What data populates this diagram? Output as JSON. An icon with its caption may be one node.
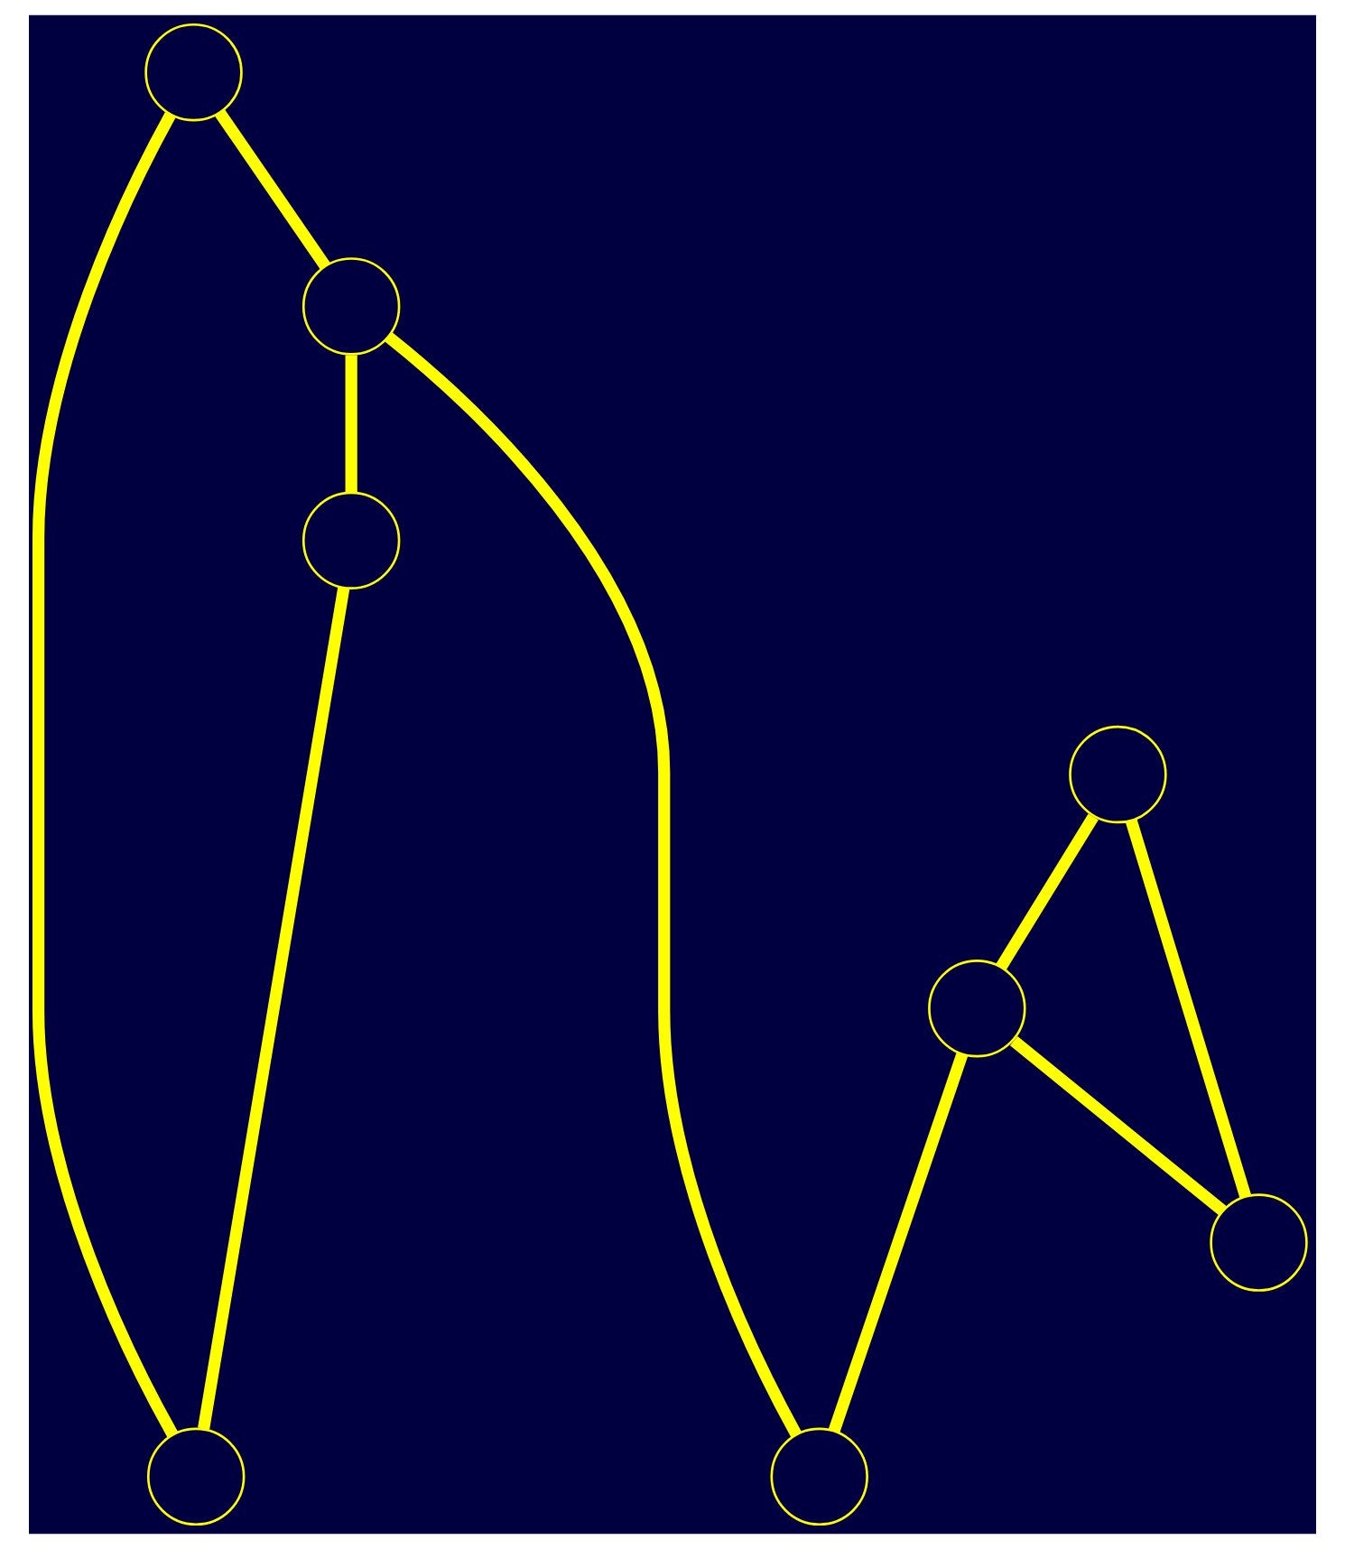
{
  "diagram": {
    "nodes": [
      {
        "text": [],
        "shape": "circle"
      },
      {
        "text": [],
        "shape": "circle"
      },
      {
        "text": [],
        "shape": "circle"
      },
      {
        "text": [],
        "shape": "circle"
      },
      {
        "text": [],
        "shape": "circle"
      },
      {
        "text": [],
        "shape": "circle"
      },
      {
        "text": [],
        "shape": "circle"
      },
      {
        "text": [],
        "shape": "circle"
      }
    ],
    "edges": [
      {
        "from": 0,
        "to": 1,
        "arrow": "none"
      },
      {
        "from": 0,
        "to": 6,
        "arrow": "none"
      },
      {
        "from": 1,
        "to": 2,
        "arrow": "none"
      },
      {
        "from": 1,
        "to": 7,
        "arrow": "none"
      },
      {
        "from": 2,
        "to": 6,
        "arrow": "none"
      },
      {
        "from": 3,
        "to": 4,
        "arrow": "none"
      },
      {
        "from": 3,
        "to": 5,
        "arrow": "none"
      },
      {
        "from": 4,
        "to": 5,
        "arrow": "none"
      },
      {
        "from": 4,
        "to": 7,
        "arrow": "none"
      }
    ]
  }
}
